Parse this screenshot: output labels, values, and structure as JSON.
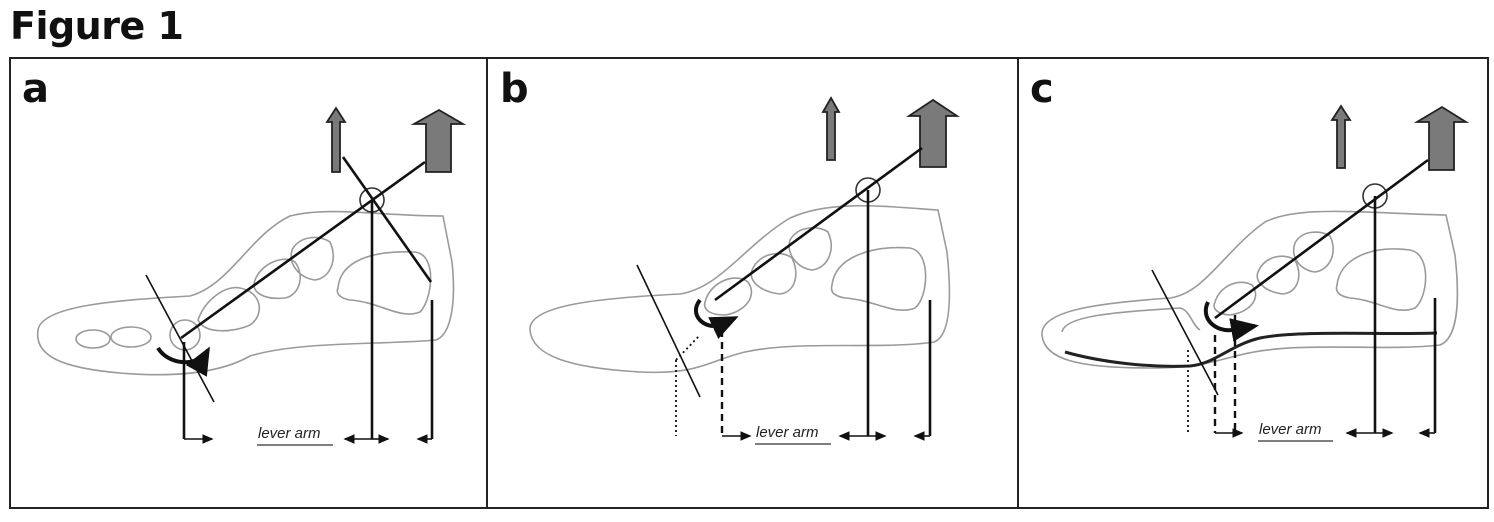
{
  "figure": {
    "title": "Figure 1",
    "panels": [
      {
        "label": "a",
        "lever_text": "lever arm"
      },
      {
        "label": "b",
        "lever_text": "lever arm"
      },
      {
        "label": "c",
        "lever_text": "lever arm"
      }
    ]
  }
}
